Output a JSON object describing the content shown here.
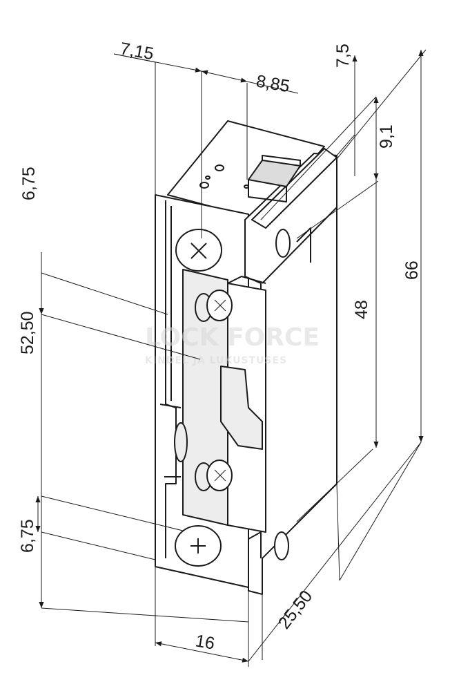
{
  "dimensions": {
    "top_left": "7,15",
    "top_middle": "8,85",
    "top_right_small": "7,5",
    "right_small": "9,1",
    "right_height_inner": "48",
    "right_height_total": "66",
    "left_upper": "6,75",
    "left_middle": "52,50",
    "left_lower": "6,75",
    "bottom_width": "16",
    "bottom_depth": "25,50"
  },
  "watermark": {
    "brand": "LOCK FORCE",
    "tagline": "KINDEL JA LUKUSTUSES"
  },
  "colors": {
    "line": "#1a1a1a",
    "part_fill": "#ededed",
    "watermark": "#d8d8d8"
  }
}
